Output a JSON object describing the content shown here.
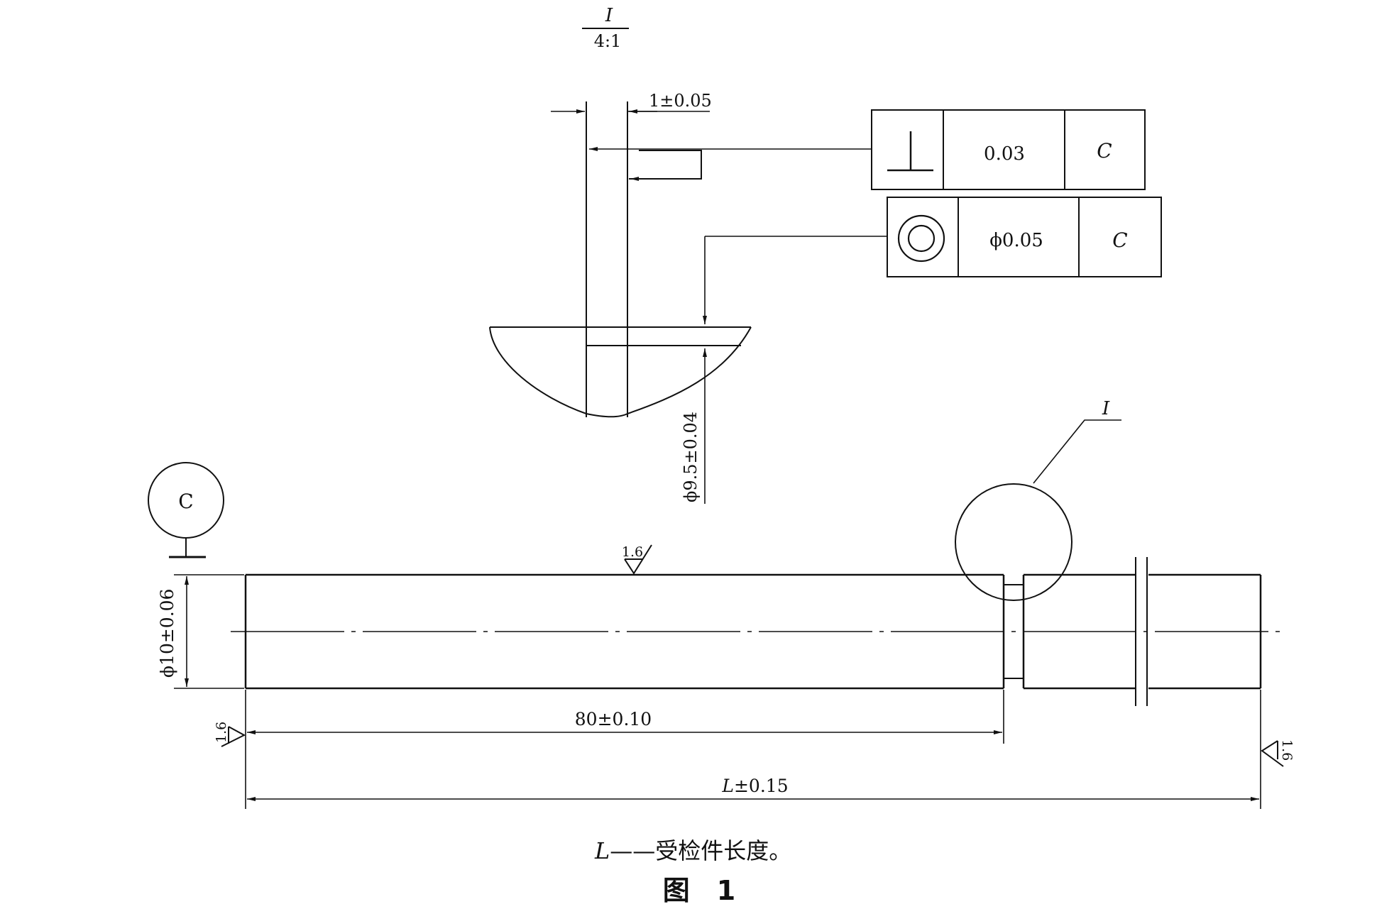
{
  "detail_view": {
    "label": "I",
    "scale": "4:1",
    "groove_width_dim": "1±0.05",
    "groove_diameter_dim": "ϕ9.5±0.04"
  },
  "feature_control_frames": [
    {
      "symbol": "perpendicularity-icon",
      "tolerance": "0.03",
      "datum": "C"
    },
    {
      "symbol": "concentricity-icon",
      "tolerance": "ϕ0.05",
      "datum": "C"
    }
  ],
  "datum": {
    "letter": "C"
  },
  "detail_callout": {
    "label": "I"
  },
  "surface_roughness": {
    "top": "1.6",
    "left_end": "1.6",
    "right_end": "1.6"
  },
  "dimensions": {
    "diameter": "ϕ10±0.06",
    "groove_position": "80±0.10",
    "total_length_L": "L",
    "total_length_tol": "±0.15"
  },
  "legend": {
    "symbol": "L",
    "dash": "——",
    "text": "受检件长度。"
  },
  "figure_caption": "图　1"
}
